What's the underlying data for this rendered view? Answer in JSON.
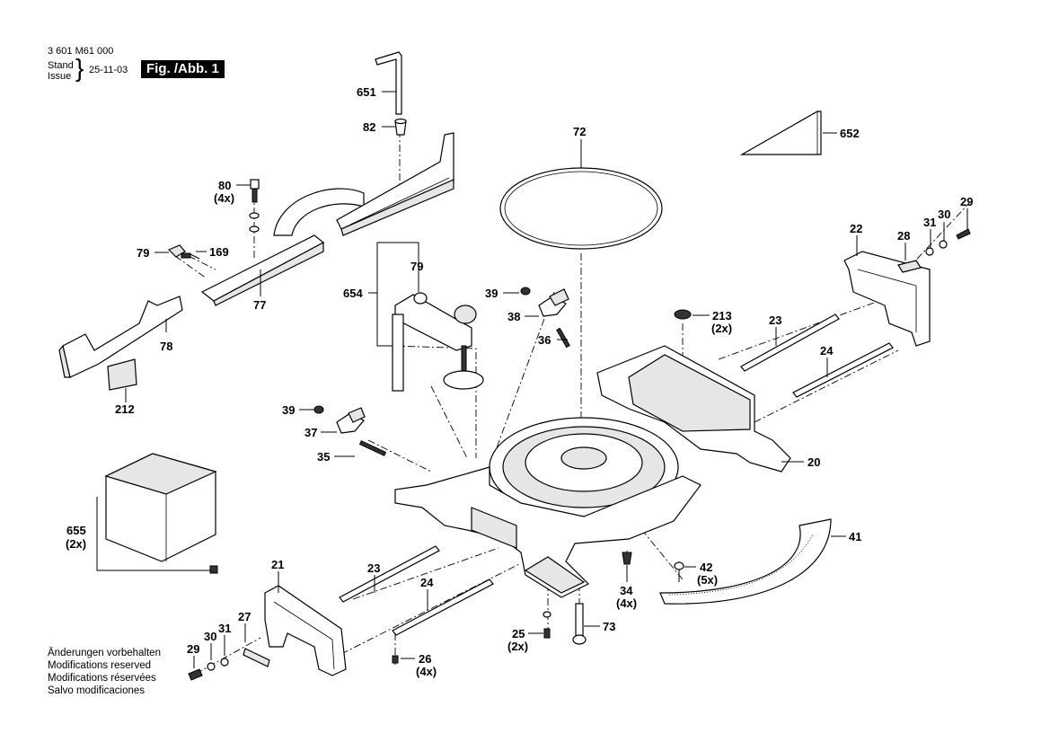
{
  "header": {
    "part_number": "3 601 M61 000",
    "stand_label": "Stand",
    "issue_label": "Issue",
    "date": "25-11-03",
    "figure_label": "Fig. /Abb. 1"
  },
  "footer": {
    "lines": [
      "Änderungen vorbehalten",
      "Modifications reserved",
      "Modifications réservées",
      "Salvo modificaciones"
    ]
  },
  "callouts": {
    "c651": {
      "num": "651",
      "qty": ""
    },
    "c82": {
      "num": "82",
      "qty": ""
    },
    "c80": {
      "num": "80",
      "qty": "(4x)"
    },
    "c79a": {
      "num": "79",
      "qty": ""
    },
    "c169": {
      "num": "169",
      "qty": ""
    },
    "c77": {
      "num": "77",
      "qty": ""
    },
    "c78": {
      "num": "78",
      "qty": ""
    },
    "c212": {
      "num": "212",
      "qty": ""
    },
    "c654": {
      "num": "654",
      "qty": ""
    },
    "c79b": {
      "num": "79",
      "qty": ""
    },
    "c72": {
      "num": "72",
      "qty": ""
    },
    "c652": {
      "num": "652",
      "qty": ""
    },
    "c39a": {
      "num": "39",
      "qty": ""
    },
    "c38": {
      "num": "38",
      "qty": ""
    },
    "c36": {
      "num": "36",
      "qty": ""
    },
    "c213": {
      "num": "213",
      "qty": "(2x)"
    },
    "c22": {
      "num": "22",
      "qty": ""
    },
    "c28": {
      "num": "28",
      "qty": ""
    },
    "c31a": {
      "num": "31",
      "qty": ""
    },
    "c30a": {
      "num": "30",
      "qty": ""
    },
    "c29a": {
      "num": "29",
      "qty": ""
    },
    "c23a": {
      "num": "23",
      "qty": ""
    },
    "c24a": {
      "num": "24",
      "qty": ""
    },
    "c39b": {
      "num": "39",
      "qty": ""
    },
    "c37": {
      "num": "37",
      "qty": ""
    },
    "c35": {
      "num": "35",
      "qty": ""
    },
    "c20": {
      "num": "20",
      "qty": ""
    },
    "c655": {
      "num": "655",
      "qty": "(2x)"
    },
    "c41": {
      "num": "41",
      "qty": ""
    },
    "c42": {
      "num": "42",
      "qty": "(5x)"
    },
    "c23b": {
      "num": "23",
      "qty": ""
    },
    "c24b": {
      "num": "24",
      "qty": ""
    },
    "c21": {
      "num": "21",
      "qty": ""
    },
    "c34": {
      "num": "34",
      "qty": "(4x)"
    },
    "c27": {
      "num": "27",
      "qty": ""
    },
    "c31b": {
      "num": "31",
      "qty": ""
    },
    "c30b": {
      "num": "30",
      "qty": ""
    },
    "c29b": {
      "num": "29",
      "qty": ""
    },
    "c25": {
      "num": "25",
      "qty": "(2x)"
    },
    "c73": {
      "num": "73",
      "qty": ""
    },
    "c26": {
      "num": "26",
      "qty": "(4x)"
    }
  }
}
